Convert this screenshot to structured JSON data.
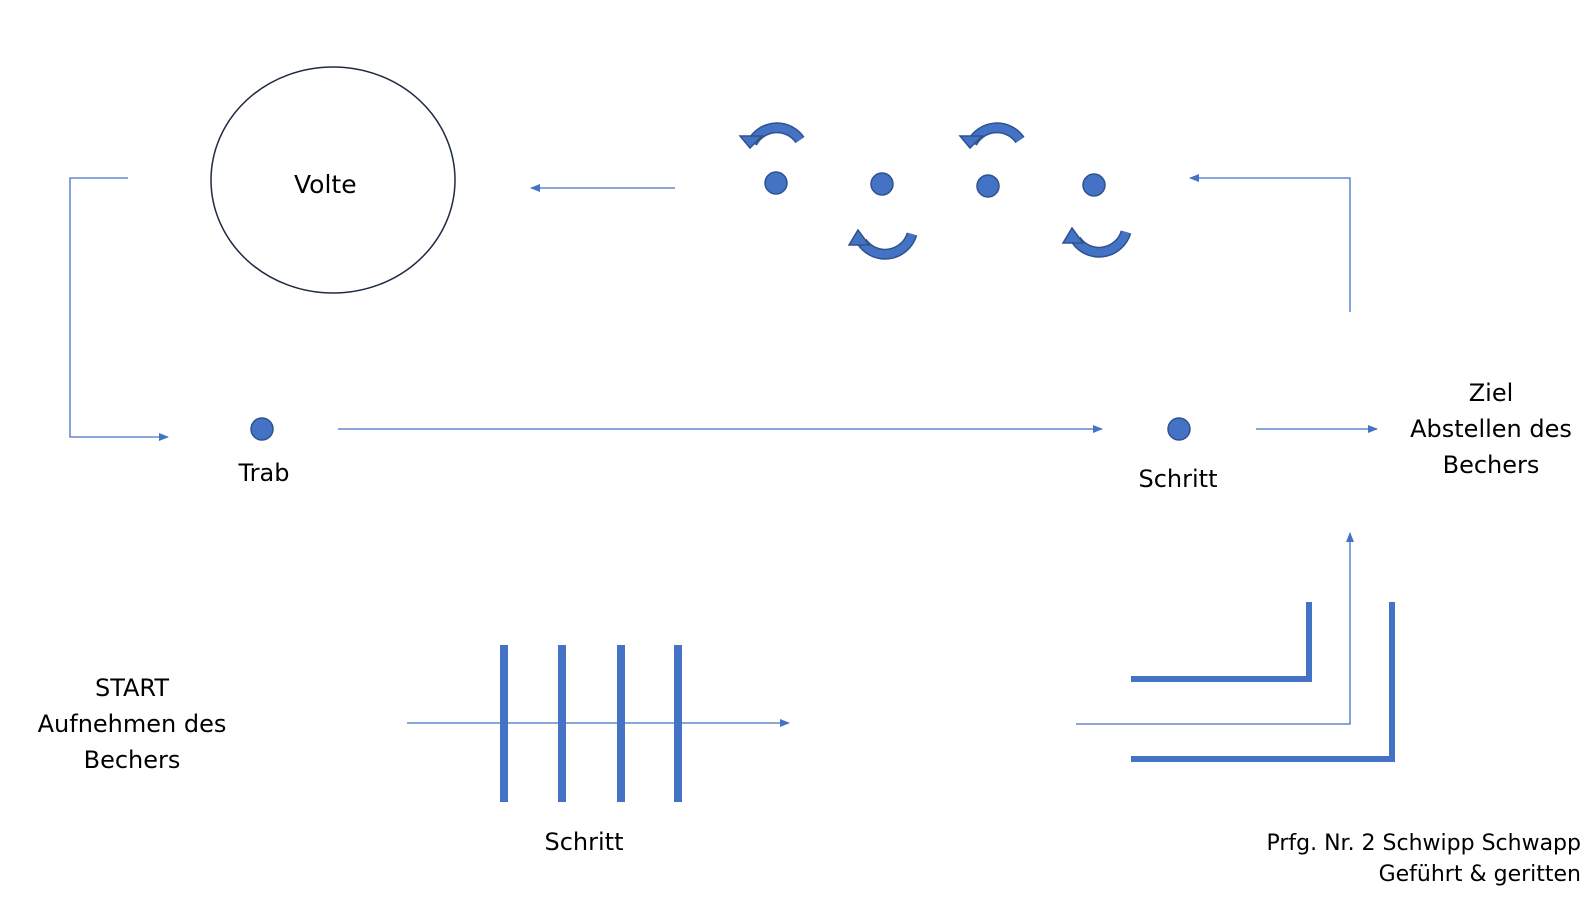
{
  "labels": {
    "volte": "Volte",
    "trab": "Trab",
    "schritt_mid": "Schritt",
    "ziel": [
      "Ziel",
      "Abstellen des",
      "Bechers"
    ],
    "start": [
      "START",
      "Aufnehmen des",
      "Bechers"
    ],
    "schritt_bottom": "Schritt",
    "footer": [
      "Prfg. Nr. 2 Schwipp Schwapp",
      "Geführt & geritten"
    ]
  },
  "colors": {
    "line": "#4472c4",
    "dot_fill": "#4472c4",
    "dot_stroke": "#2f528f",
    "thick": "#4472c4",
    "circle_stroke": "#1f2a44"
  },
  "icons": {
    "curved_arrow": "curved-arrow-icon",
    "dot": "dot-icon"
  }
}
